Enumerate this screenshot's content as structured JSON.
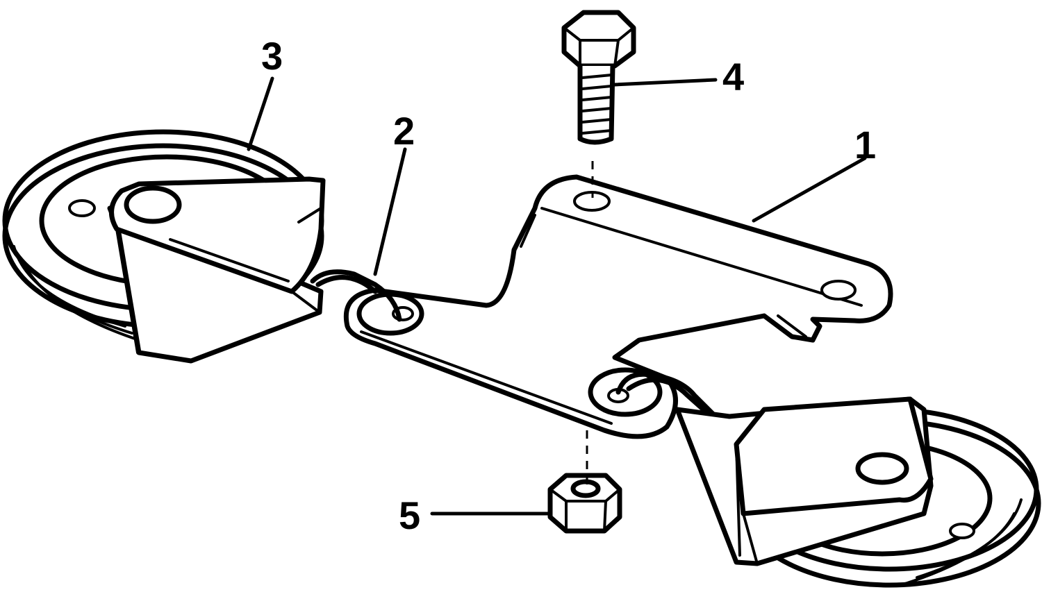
{
  "callouts": {
    "bracket": "1",
    "cable": "2",
    "pulley": "3",
    "bolt": "4",
    "nut": "5"
  }
}
